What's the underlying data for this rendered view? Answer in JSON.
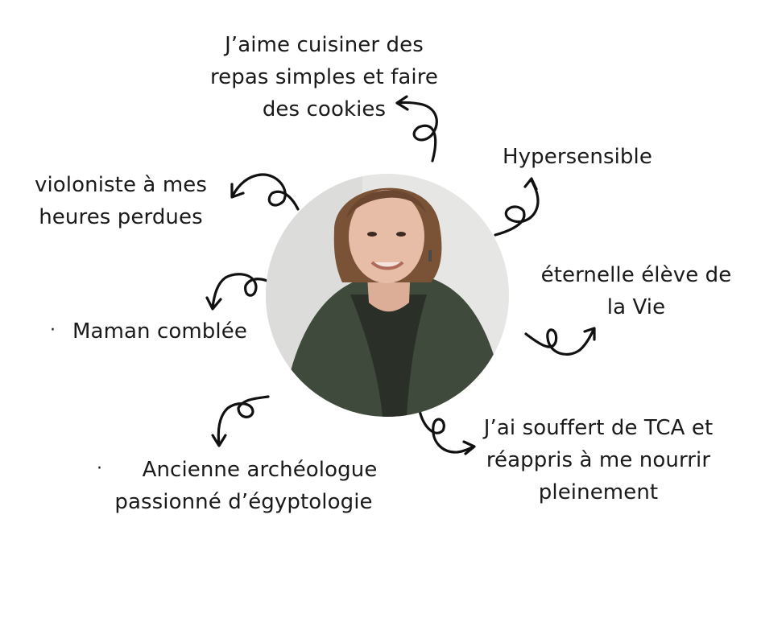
{
  "labels": {
    "cooking": {
      "line1": "J’aime cuisiner des",
      "line2": "repas simples et faire",
      "line3": "des cookies"
    },
    "hypersensible": "Hypersensible",
    "violin": {
      "line1": "violoniste à mes",
      "line2": "heures perdues"
    },
    "student": {
      "line1": "éternelle élève de",
      "line2": "la Vie"
    },
    "maman": "Maman comblée",
    "bullet_maman": "·",
    "tca": {
      "line1": "J’ai souffert de TCA et",
      "line2": "réappris à me nourrir",
      "line3": "pleinement"
    },
    "archeo": {
      "line1": "Ancienne archéologue",
      "line2": "passionné d’égyptologie"
    },
    "bullet_archeo": "·"
  },
  "colors": {
    "text": "#1a1a1a",
    "arrow": "#111111",
    "background": "#ffffff",
    "sweater": "#3f4a3c",
    "hair": "#7a5236",
    "skin": "#e7bda7"
  },
  "icons": [
    "curly-arrow-icon",
    "portrait-photo"
  ]
}
